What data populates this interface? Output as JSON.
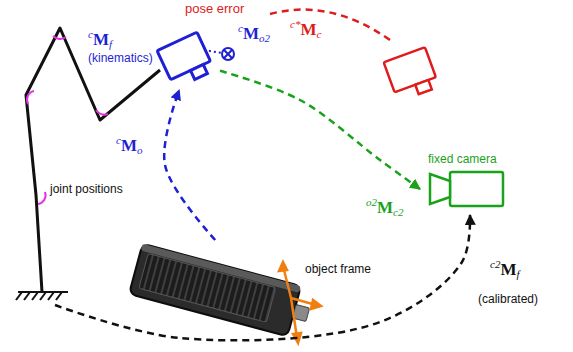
{
  "diagram": {
    "nodes": [
      {
        "text": [
          "cMf",
          "(kinematics)"
        ]
      },
      {
        "text": [
          "joint positions"
        ]
      },
      {
        "text": [
          "fixed camera"
        ]
      },
      {
        "text": [
          "object frame"
        ]
      }
    ],
    "edges": [
      {
        "from": 3,
        "to": 0,
        "arrow": "to",
        "label": "cMo"
      },
      {
        "from": 0,
        "to": 2,
        "arrow": "to",
        "label": "o2Mc2"
      },
      {
        "from": 1,
        "to": 2,
        "arrow": "to",
        "label": "c2Mf"
      }
    ],
    "labels": [
      "pose error",
      "c*Mc",
      "cMo2",
      "(calibrated)"
    ]
  }
}
